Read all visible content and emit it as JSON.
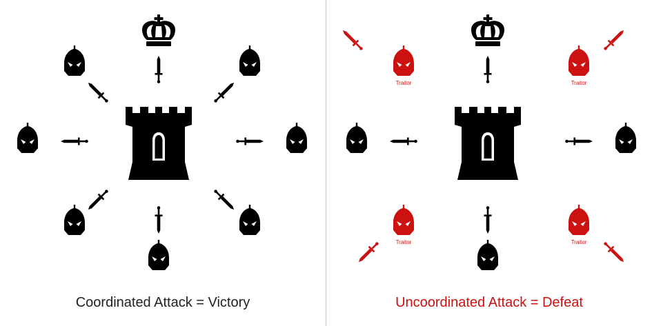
{
  "colors": {
    "loyal": "#000000",
    "traitor": "#cc1111",
    "caption_left": "#222222",
    "caption_right": "#cc1111",
    "divider": "#c8c8c8"
  },
  "icons": {
    "castle": "castle-tower-icon",
    "crown": "crown-icon",
    "general": "knight-helmet-icon",
    "weapon": "sword-icon"
  },
  "panels": [
    {
      "caption": "Coordinated Attack = Victory",
      "generals": [
        {
          "id": "king",
          "traitor": false,
          "label": ""
        },
        {
          "id": "top-right",
          "traitor": false,
          "label": ""
        },
        {
          "id": "right",
          "traitor": false,
          "label": ""
        },
        {
          "id": "bottom-right",
          "traitor": false,
          "label": ""
        },
        {
          "id": "bottom",
          "traitor": false,
          "label": ""
        },
        {
          "id": "bottom-left",
          "traitor": false,
          "label": ""
        },
        {
          "id": "left",
          "traitor": false,
          "label": ""
        },
        {
          "id": "top-left",
          "traitor": false,
          "label": ""
        }
      ]
    },
    {
      "caption": "Uncoordinated Attack = Defeat",
      "generals": [
        {
          "id": "king",
          "traitor": false,
          "label": ""
        },
        {
          "id": "top-right",
          "traitor": true,
          "label": "Traitor"
        },
        {
          "id": "right",
          "traitor": false,
          "label": ""
        },
        {
          "id": "bottom-right",
          "traitor": true,
          "label": "Traitor"
        },
        {
          "id": "bottom",
          "traitor": false,
          "label": ""
        },
        {
          "id": "bottom-left",
          "traitor": true,
          "label": "Traitor"
        },
        {
          "id": "left",
          "traitor": false,
          "label": ""
        },
        {
          "id": "top-left",
          "traitor": true,
          "label": "Traitor"
        }
      ]
    }
  ]
}
